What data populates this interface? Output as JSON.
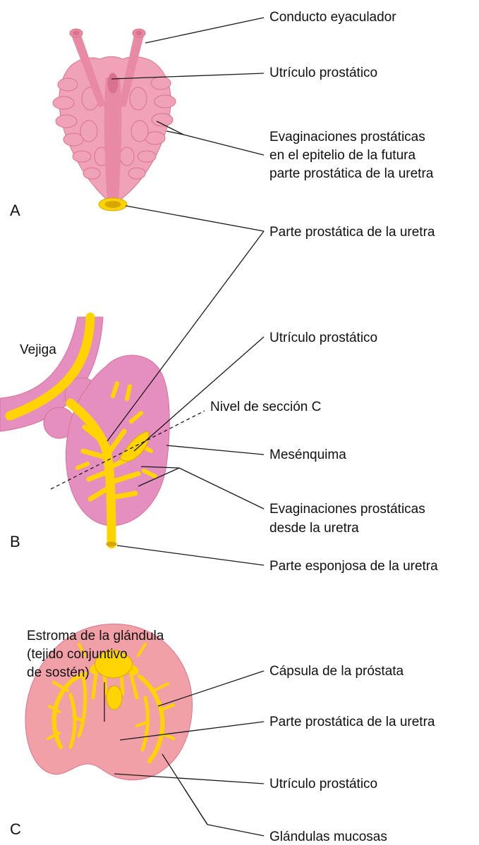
{
  "colors": {
    "tissue_pink": "#f0a3b6",
    "tissue_pink_dark": "#d9728f",
    "mesenchyme": "#e58fc0",
    "capsule": "#f2a0a7",
    "urethra_yellow": "#ffd400",
    "urethra_yellow_dark": "#d9a800",
    "line": "#1a1a1a"
  },
  "panels": {
    "a": "A",
    "b": "B",
    "c": "C"
  },
  "labels": {
    "a": {
      "conducto": "Conducto eyaculador",
      "utriculo": "Utrículo prostático",
      "evaginaciones": [
        "Evaginaciones prostáticas",
        "en el epitelio de la futura",
        "parte prostática de la uretra"
      ],
      "parte_prostatica": "Parte prostática de la uretra"
    },
    "b": {
      "vejiga": "Vejiga",
      "utriculo": "Utrículo prostático",
      "nivel": "Nivel de sección C",
      "mesenquima": "Mesénquima",
      "evaginaciones": [
        "Evaginaciones prostáticas",
        "desde la uretra"
      ],
      "parte_esponjosa": "Parte esponjosa de la uretra"
    },
    "c": {
      "estroma": [
        "Estroma de la glándula",
        "(tejido conjuntivo",
        "de sostén)"
      ],
      "capsula": "Cápsula de la próstata",
      "parte_prostatica": "Parte prostática de la uretra",
      "utriculo": "Utrículo prostático",
      "glandulas": "Glándulas mucosas"
    }
  }
}
